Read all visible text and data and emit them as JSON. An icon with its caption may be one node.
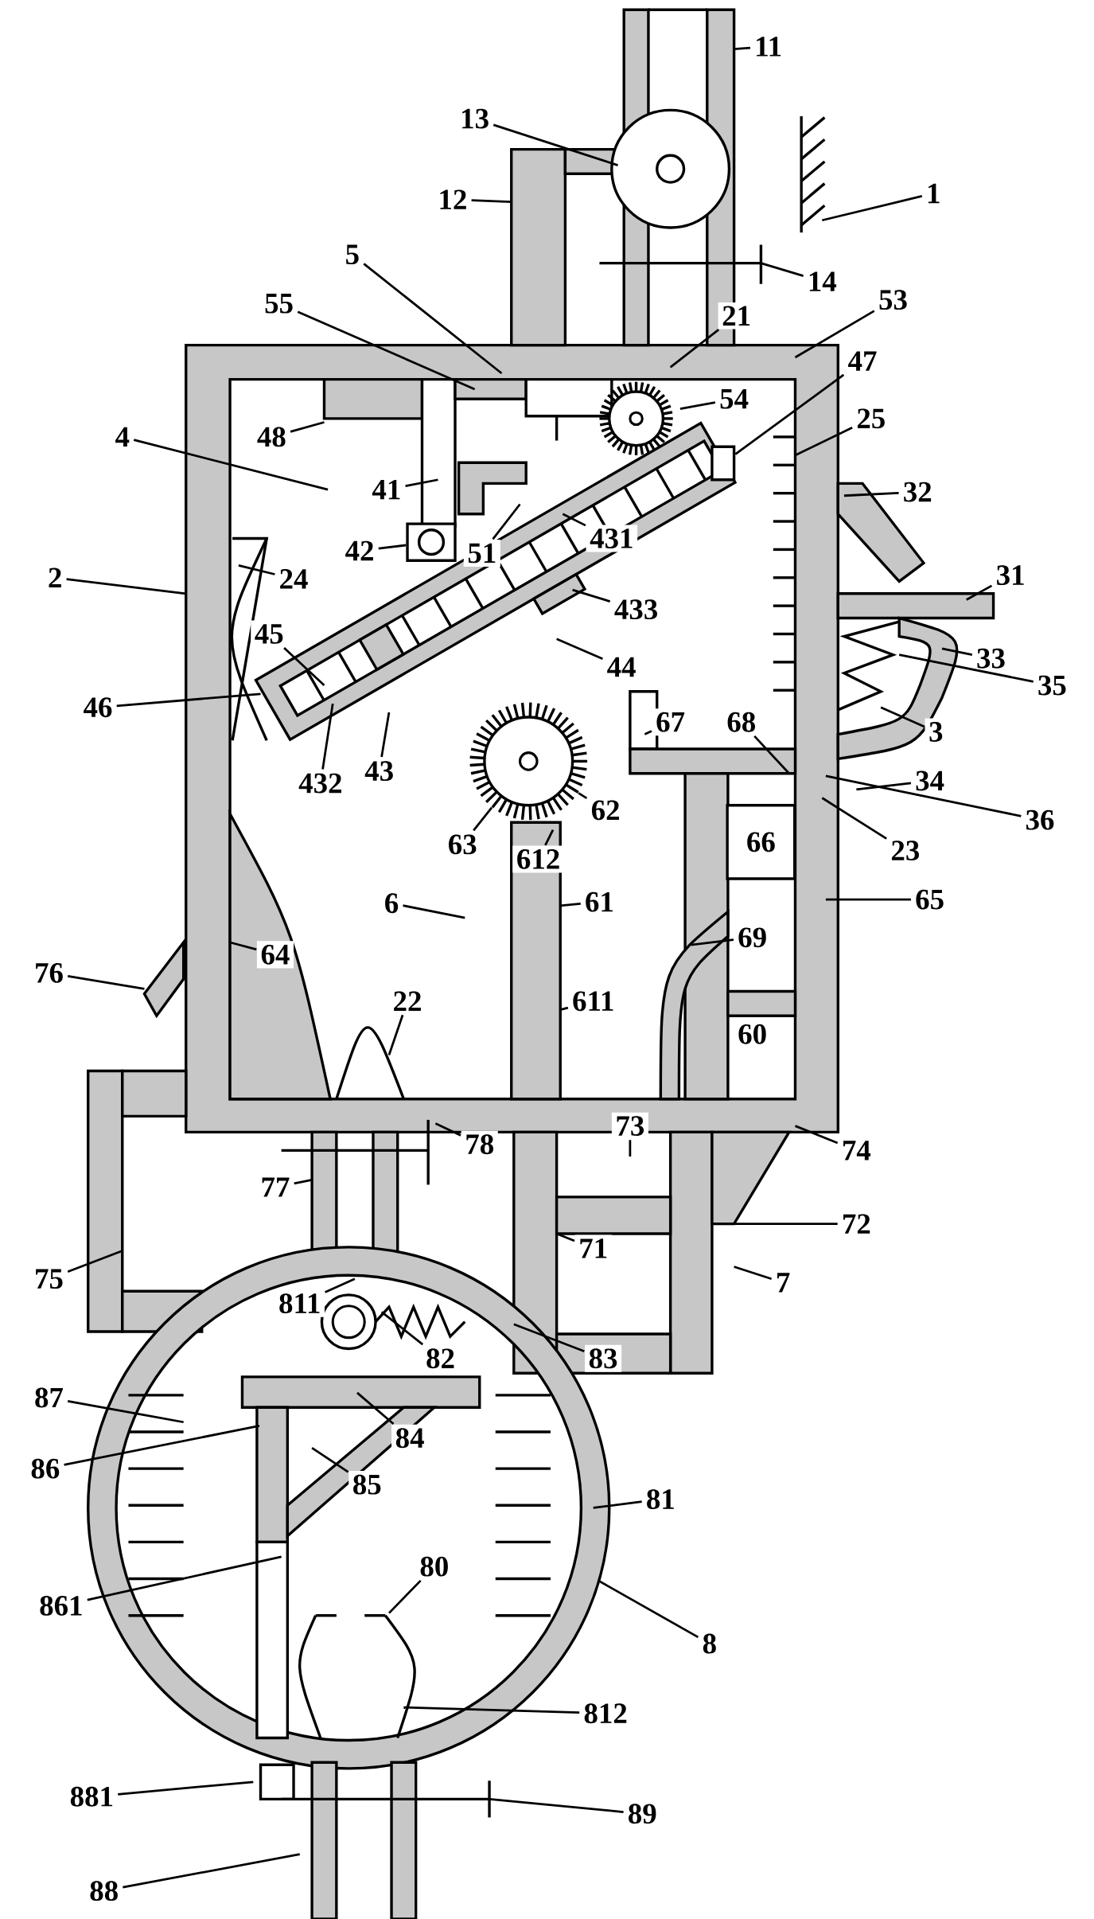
{
  "diagram": {
    "nodes": [
      {
        "text": [
          "11"
        ]
      },
      {
        "text": [
          "13"
        ]
      },
      {
        "text": [
          "1"
        ]
      },
      {
        "text": [
          "12"
        ]
      },
      {
        "text": [
          "5"
        ]
      },
      {
        "text": [
          "14"
        ]
      },
      {
        "text": [
          "53"
        ]
      },
      {
        "text": [
          "55"
        ]
      },
      {
        "text": [
          "21"
        ]
      },
      {
        "text": [
          "47"
        ]
      },
      {
        "text": [
          "54"
        ]
      },
      {
        "text": [
          "25"
        ]
      },
      {
        "text": [
          "48"
        ]
      },
      {
        "text": [
          "4"
        ]
      },
      {
        "text": [
          "41"
        ]
      },
      {
        "text": [
          "32"
        ]
      },
      {
        "text": [
          "431"
        ]
      },
      {
        "text": [
          "42"
        ]
      },
      {
        "text": [
          "51"
        ]
      },
      {
        "text": [
          "31"
        ]
      },
      {
        "text": [
          "2"
        ]
      },
      {
        "text": [
          "24"
        ]
      },
      {
        "text": [
          "433"
        ]
      },
      {
        "text": [
          "45"
        ]
      },
      {
        "text": [
          "33"
        ]
      },
      {
        "text": [
          "44"
        ]
      },
      {
        "text": [
          "35"
        ]
      },
      {
        "text": [
          "46"
        ]
      },
      {
        "text": [
          "67"
        ]
      },
      {
        "text": [
          "68"
        ]
      },
      {
        "text": [
          "3"
        ]
      },
      {
        "text": [
          "432"
        ]
      },
      {
        "text": [
          "43"
        ]
      },
      {
        "text": [
          "34"
        ]
      },
      {
        "text": [
          "63"
        ]
      },
      {
        "text": [
          "62"
        ]
      },
      {
        "text": [
          "36"
        ]
      },
      {
        "text": [
          "23"
        ]
      },
      {
        "text": [
          "612"
        ]
      },
      {
        "text": [
          "65"
        ]
      },
      {
        "text": [
          "6"
        ]
      },
      {
        "text": [
          "61"
        ]
      },
      {
        "text": [
          "69"
        ]
      },
      {
        "text": [
          "64"
        ]
      },
      {
        "text": [
          "76"
        ]
      },
      {
        "text": [
          "22"
        ]
      },
      {
        "text": [
          "611"
        ]
      },
      {
        "text": [
          "73"
        ]
      },
      {
        "text": [
          "78"
        ]
      },
      {
        "text": [
          "74"
        ]
      },
      {
        "text": [
          "77"
        ]
      },
      {
        "text": [
          "72"
        ]
      },
      {
        "text": [
          "71"
        ]
      },
      {
        "text": [
          "75"
        ]
      },
      {
        "text": [
          "7"
        ]
      },
      {
        "text": [
          "811"
        ]
      },
      {
        "text": [
          "82"
        ]
      },
      {
        "text": [
          "83"
        ]
      },
      {
        "text": [
          "87"
        ]
      },
      {
        "text": [
          "84"
        ]
      },
      {
        "text": [
          "86"
        ]
      },
      {
        "text": [
          "85"
        ]
      },
      {
        "text": [
          "81"
        ]
      },
      {
        "text": [
          "80"
        ]
      },
      {
        "text": [
          "861"
        ]
      },
      {
        "text": [
          "8"
        ]
      },
      {
        "text": [
          "812"
        ]
      },
      {
        "text": [
          "881"
        ]
      },
      {
        "text": [
          "89"
        ]
      },
      {
        "text": [
          "88"
        ]
      },
      {
        "text": [
          "66"
        ]
      },
      {
        "text": [],
        "shape": "circle"
      },
      {
        "text": [],
        "shape": "box"
      },
      {
        "text": [],
        "shape": "box"
      }
    ],
    "edges": [
      {
        "from": 0,
        "to": null,
        "arrow": "none"
      },
      {
        "from": 1,
        "to": null,
        "arrow": "none"
      },
      {
        "from": 2,
        "to": null,
        "arrow": "none"
      },
      {
        "from": 3,
        "to": null,
        "arrow": "none"
      },
      {
        "from": 4,
        "to": null,
        "arrow": "none"
      },
      {
        "from": 5,
        "to": null,
        "arrow": "none"
      },
      {
        "from": 6,
        "to": null,
        "arrow": "none"
      },
      {
        "from": 7,
        "to": null,
        "arrow": "none"
      },
      {
        "from": 8,
        "to": null,
        "arrow": "none"
      },
      {
        "from": 9,
        "to": 73,
        "arrow": "none"
      },
      {
        "from": 10,
        "to": null,
        "arrow": "none"
      },
      {
        "from": 11,
        "to": null,
        "arrow": "none"
      },
      {
        "from": 12,
        "to": null,
        "arrow": "none"
      },
      {
        "from": 13,
        "to": null,
        "arrow": "none"
      },
      {
        "from": 14,
        "to": null,
        "arrow": "none"
      },
      {
        "from": 15,
        "to": null,
        "arrow": "none"
      },
      {
        "from": 16,
        "to": null,
        "arrow": "none"
      },
      {
        "from": 17,
        "to": 72,
        "arrow": "none"
      },
      {
        "from": 18,
        "to": null,
        "arrow": "none"
      },
      {
        "from": 19,
        "to": null,
        "arrow": "none"
      },
      {
        "from": 20,
        "to": null,
        "arrow": "none"
      },
      {
        "from": 21,
        "to": null,
        "arrow": "none"
      },
      {
        "from": 22,
        "to": null,
        "arrow": "none"
      },
      {
        "from": 23,
        "to": null,
        "arrow": "none"
      },
      {
        "from": 24,
        "to": null,
        "arrow": "none"
      },
      {
        "from": 25,
        "to": null,
        "arrow": "none"
      },
      {
        "from": 26,
        "to": null,
        "arrow": "none"
      },
      {
        "from": 27,
        "to": null,
        "arrow": "none"
      },
      {
        "from": 28,
        "to": null,
        "arrow": "none"
      },
      {
        "from": 29,
        "to": null,
        "arrow": "none"
      },
      {
        "from": 30,
        "to": null,
        "arrow": "none"
      },
      {
        "from": 31,
        "to": null,
        "arrow": "none"
      },
      {
        "from": 32,
        "to": null,
        "arrow": "none"
      },
      {
        "from": 33,
        "to": null,
        "arrow": "none"
      },
      {
        "from": 34,
        "to": 71,
        "arrow": "none"
      },
      {
        "from": 35,
        "to": 71,
        "arrow": "none"
      },
      {
        "from": 36,
        "to": null,
        "arrow": "none"
      },
      {
        "from": 37,
        "to": null,
        "arrow": "none"
      },
      {
        "from": 38,
        "to": null,
        "arrow": "none"
      },
      {
        "from": 39,
        "to": null,
        "arrow": "none"
      },
      {
        "from": 40,
        "to": null,
        "arrow": "none"
      },
      {
        "from": 41,
        "to": null,
        "arrow": "none"
      },
      {
        "from": 42,
        "to": null,
        "arrow": "none"
      },
      {
        "from": 43,
        "to": null,
        "arrow": "none"
      },
      {
        "from": 44,
        "to": null,
        "arrow": "none"
      },
      {
        "from": 45,
        "to": null,
        "arrow": "none"
      },
      {
        "from": 46,
        "to": null,
        "arrow": "none"
      },
      {
        "from": 47,
        "to": null,
        "arrow": "none"
      },
      {
        "from": 48,
        "to": null,
        "arrow": "none"
      },
      {
        "from": 49,
        "to": null,
        "arrow": "none"
      },
      {
        "from": 50,
        "to": null,
        "arrow": "none"
      },
      {
        "from": 51,
        "to": null,
        "arrow": "none"
      },
      {
        "from": 52,
        "to": null,
        "arrow": "none"
      },
      {
        "from": 53,
        "to": null,
        "arrow": "none"
      },
      {
        "from": 54,
        "to": null,
        "arrow": "none"
      },
      {
        "from": 55,
        "to": null,
        "arrow": "none"
      },
      {
        "from": 56,
        "to": null,
        "arrow": "none"
      },
      {
        "from": 57,
        "to": null,
        "arrow": "none"
      },
      {
        "from": 58,
        "to": null,
        "arrow": "none"
      },
      {
        "from": 59,
        "to": null,
        "arrow": "none"
      },
      {
        "from": 60,
        "to": null,
        "arrow": "none"
      },
      {
        "from": 61,
        "to": null,
        "arrow": "none"
      },
      {
        "from": 62,
        "to": null,
        "arrow": "none"
      },
      {
        "from": 63,
        "to": null,
        "arrow": "none"
      },
      {
        "from": 64,
        "to": null,
        "arrow": "none"
      },
      {
        "from": 65,
        "to": null,
        "arrow": "none"
      },
      {
        "from": 66,
        "to": null,
        "arrow": "none"
      },
      {
        "from": 67,
        "to": null,
        "arrow": "none"
      },
      {
        "from": 68,
        "to": null,
        "arrow": "none"
      },
      {
        "from": 69,
        "to": null,
        "arrow": "none"
      }
    ],
    "labels": [
      "60"
    ]
  }
}
